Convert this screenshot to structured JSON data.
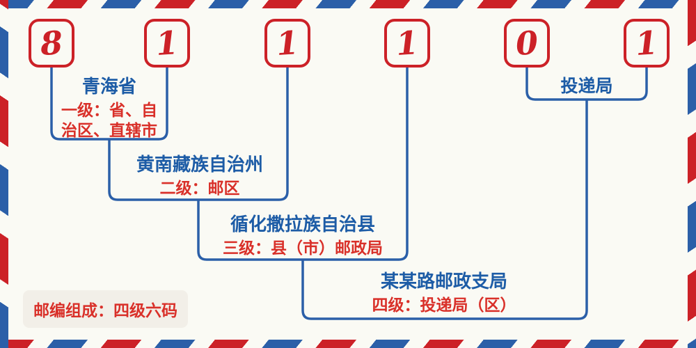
{
  "postal_code": {
    "digits": [
      "8",
      "1",
      "1",
      "1",
      "0",
      "1"
    ]
  },
  "levels": [
    {
      "name": "青海省",
      "desc": "一级：省、自治区、直辖市"
    },
    {
      "name": "黄南藏族自治州",
      "desc": "二级：邮区"
    },
    {
      "name": "循化撒拉族自治县",
      "desc": "三级：县（市）邮政局"
    },
    {
      "name": "某某路邮政支局",
      "desc": "四级：投递局（区）"
    }
  ],
  "delivery_office_label": "投递局",
  "footer_badge": "邮编组成：四级六码",
  "colors": {
    "red": "#cc2127",
    "blue": "#2b5fa8",
    "text_red": "#d93029",
    "text_blue": "#1d5ca6",
    "bg": "#fafaf4",
    "badge_bg": "#f2efe8"
  }
}
